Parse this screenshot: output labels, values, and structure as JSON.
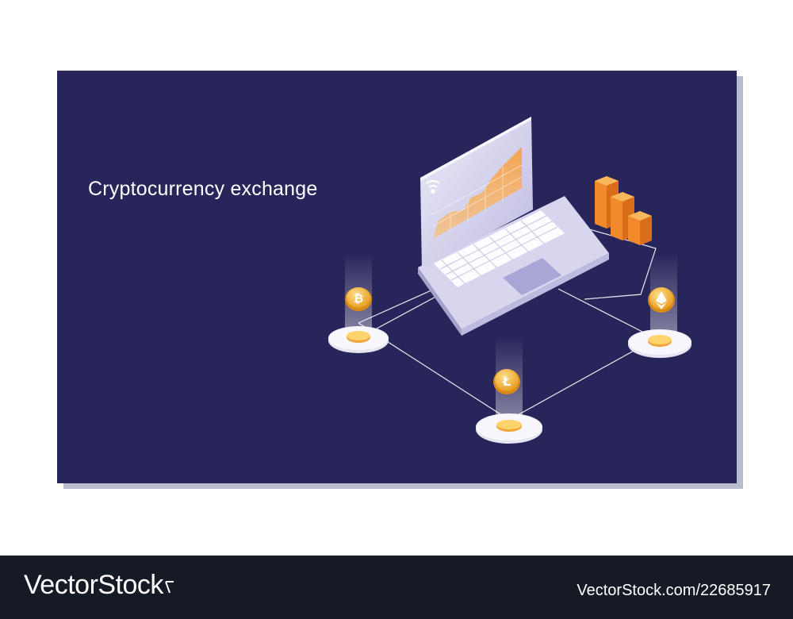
{
  "card": {
    "title": "Cryptocurrency exchange",
    "colors": {
      "background": "#28255b",
      "laptop": "#d7d6ee",
      "chart_fill": "#f2a24b",
      "bars": "#f08a2a",
      "coin": "#f2b632",
      "network_line": "#ffffff"
    }
  },
  "illustration": {
    "laptop_icon": "laptop-icon",
    "wifi_icon": "wifi-icon",
    "coins": [
      "bitcoin-coin-icon",
      "litecoin-coin-icon",
      "ethereum-coin-icon"
    ]
  },
  "footer": {
    "brand": "VectorStock",
    "stock_id": "VectorStock.com/22685917"
  }
}
